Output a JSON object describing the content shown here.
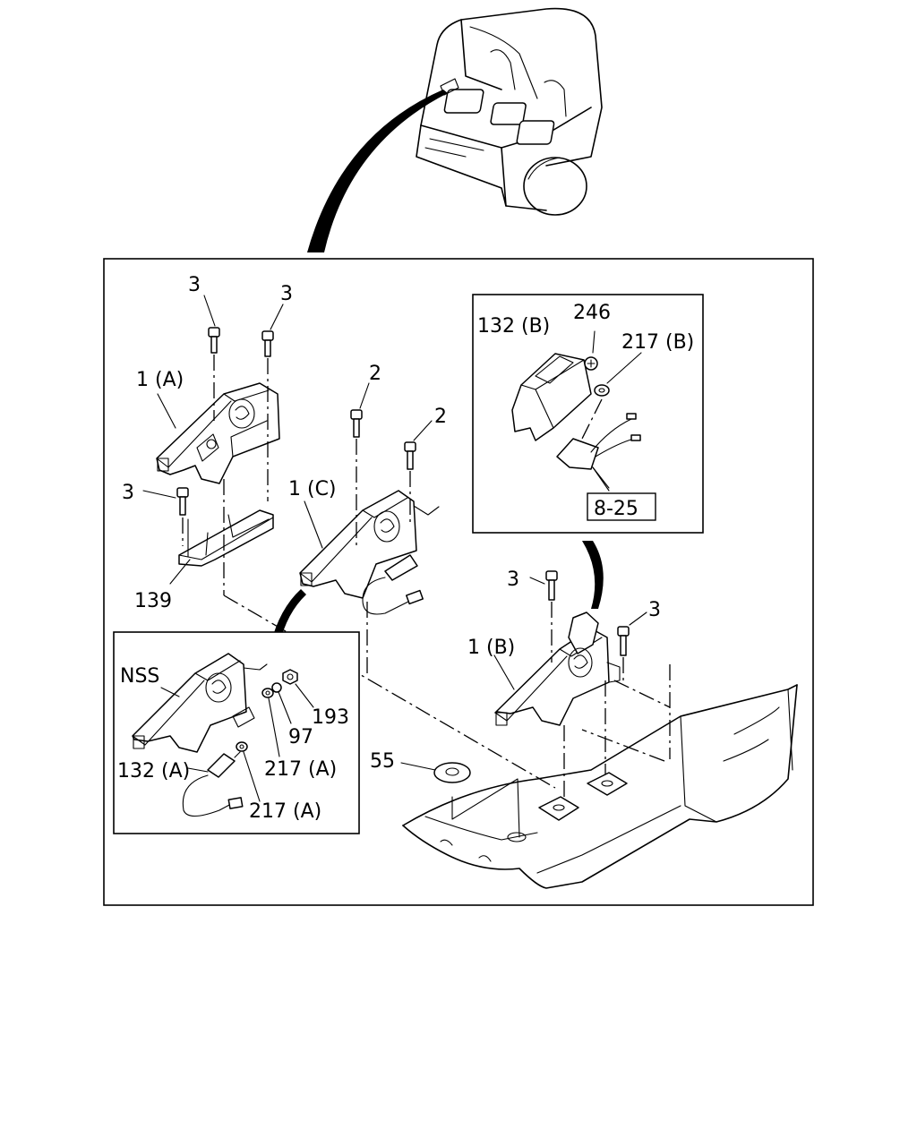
{
  "labels": {
    "bolt_3_a": "3",
    "bolt_3_b": "3",
    "part_1a": "1 (A)",
    "bolt_3_c": "3",
    "bracket_139": "139",
    "bolt_2_a": "2",
    "bolt_2_b": "2",
    "part_1c": "1 (C)",
    "part_132b": "132 (B)",
    "part_246": "246",
    "part_217b": "217 (B)",
    "ref_8_25": "8-25",
    "bolt_3_d": "3",
    "bolt_3_e": "3",
    "part_1b": "1 (B)",
    "nss": "NSS",
    "part_193": "193",
    "part_97": "97",
    "part_217a_1": "217 (A)",
    "part_132a": "132 (A)",
    "part_217a_2": "217 (A)",
    "part_55": "55"
  }
}
